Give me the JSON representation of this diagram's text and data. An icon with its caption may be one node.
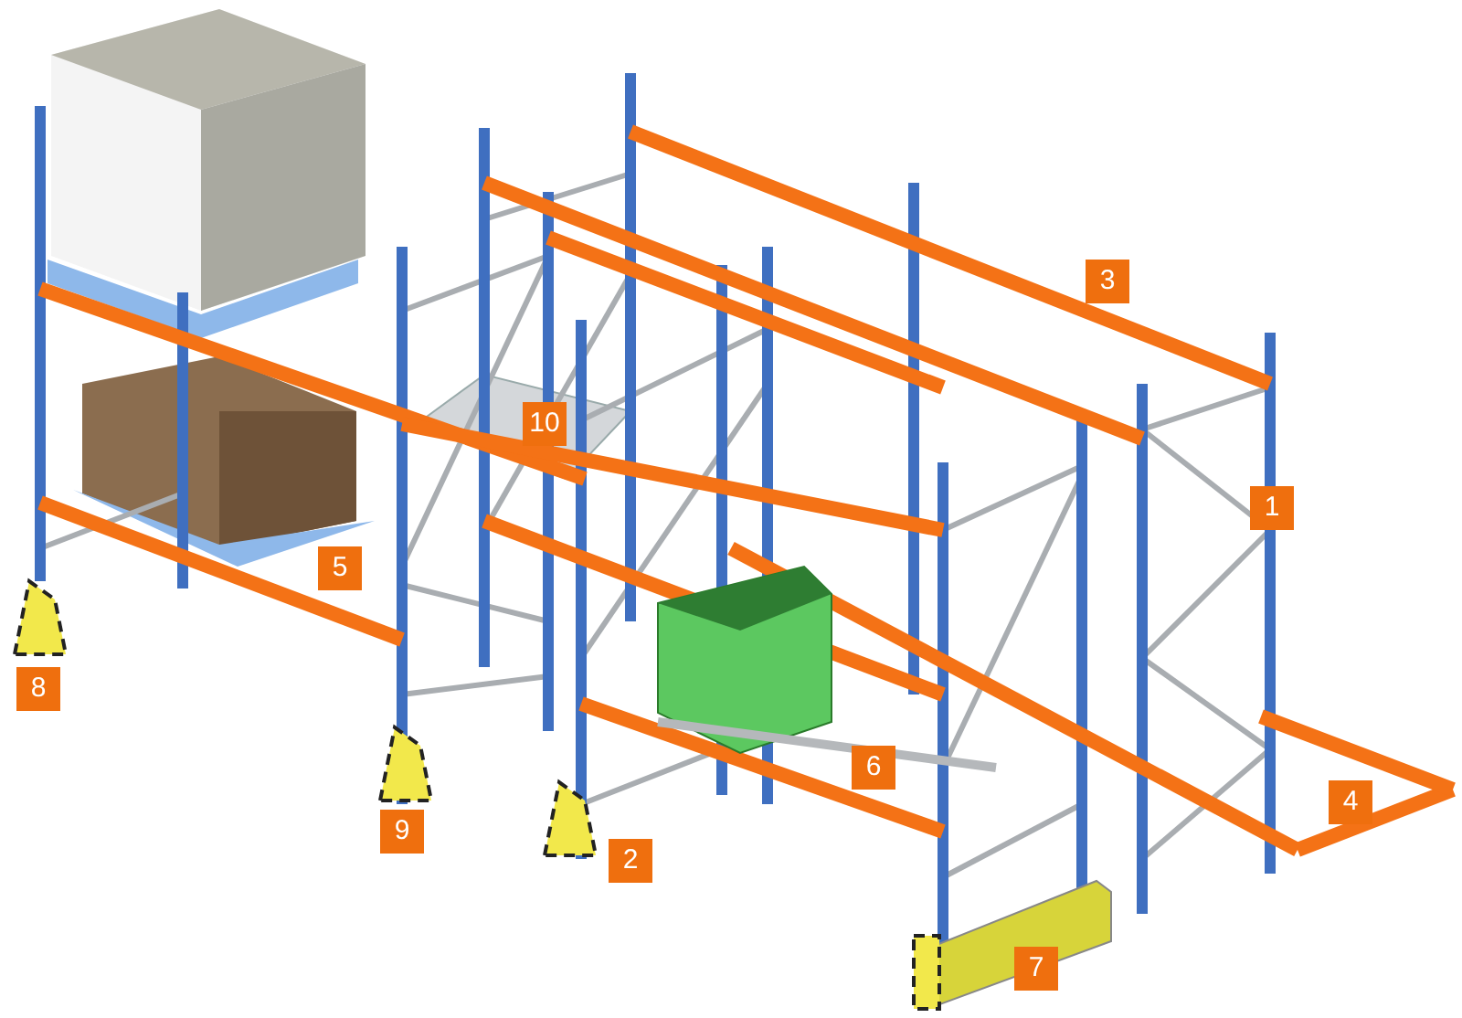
{
  "diagram": {
    "labels": [
      "3",
      "10",
      "1",
      "5",
      "8",
      "6",
      "4",
      "9",
      "2",
      "7"
    ]
  }
}
